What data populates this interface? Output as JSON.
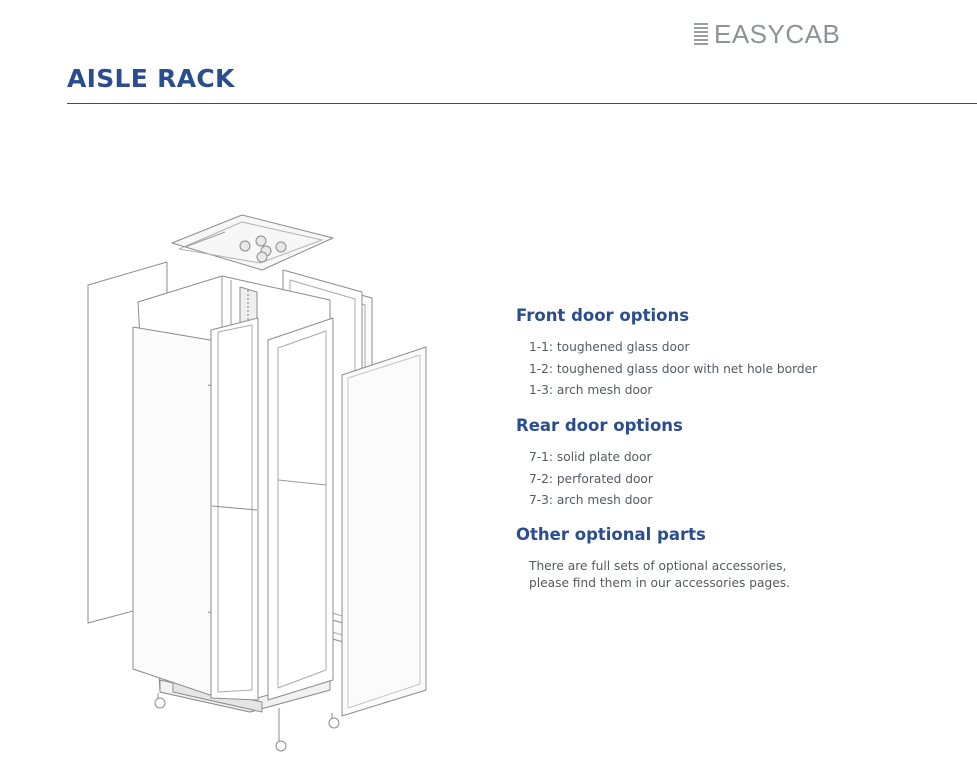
{
  "brand": {
    "name": "EASYCAB",
    "icon": "stacked-lines-logo",
    "color": "#8e9297"
  },
  "page": {
    "title": "AISLE RACK",
    "accent_color": "#2a4d8f"
  },
  "illustration": {
    "subject": "exploded-rack-cabinet-icon"
  },
  "sections": {
    "front": {
      "heading": "Front door options",
      "items": [
        "1-1: toughened glass door",
        "1-2: toughened glass door with net hole border",
        "1-3: arch mesh door"
      ]
    },
    "rear": {
      "heading": "Rear door options",
      "items": [
        "7-1: solid plate door",
        "7-2: perforated door",
        "7-3: arch mesh door"
      ]
    },
    "other": {
      "heading": "Other optional parts",
      "lines": [
        "There are full sets of optional  accessories,",
        "please find them in our accessories pages."
      ]
    }
  }
}
